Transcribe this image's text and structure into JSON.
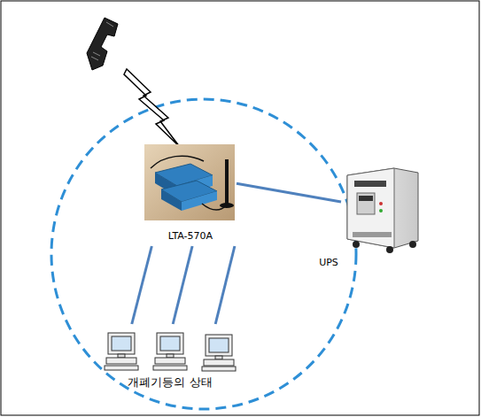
{
  "diagram": {
    "nodes": [
      {
        "text": [
          "LTA-570A"
        ]
      },
      {
        "text": [
          "UPS"
        ]
      },
      {
        "text": [
          "개폐기등의 상태"
        ]
      }
    ],
    "edges": [
      {
        "from": 0,
        "to": 1,
        "arrow": "none"
      },
      {
        "from": 0,
        "to": 2,
        "arrow": "none"
      },
      {
        "from": 0,
        "to": 2,
        "arrow": "none"
      },
      {
        "from": 0,
        "to": 2,
        "arrow": "none"
      }
    ]
  }
}
